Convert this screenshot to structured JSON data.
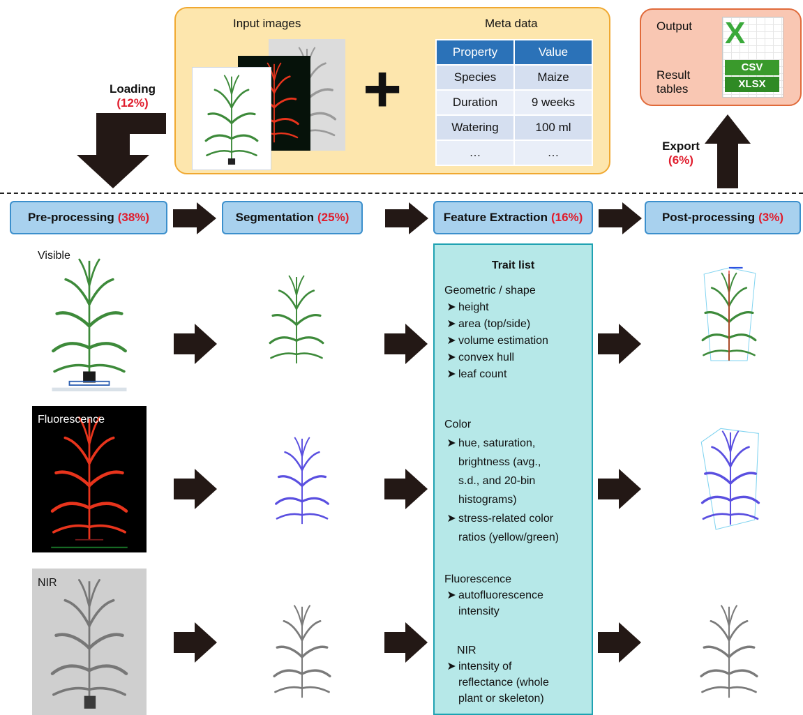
{
  "input_panel": {
    "input_images_label": "Input images",
    "meta_data_label": "Meta data",
    "plus_symbol": "+",
    "meta_table": {
      "headers": [
        "Property",
        "Value"
      ],
      "rows": [
        [
          "Species",
          "Maize"
        ],
        [
          "Duration",
          "9 weeks"
        ],
        [
          "Watering",
          "100 ml"
        ],
        [
          "…",
          "…"
        ]
      ]
    }
  },
  "output_panel": {
    "output_label": "Output",
    "result_label_line1": "Result",
    "result_label_line2": "tables",
    "excel_icon": "excel-icon",
    "csv_badge": "CSV",
    "xlsx_badge": "XLSX"
  },
  "loading": {
    "label": "Loading",
    "pct": "(12%)"
  },
  "export": {
    "label": "Export",
    "pct": "(6%)"
  },
  "stages": [
    {
      "label": "Pre-processing",
      "pct": "(38%)"
    },
    {
      "label": "Segmentation",
      "pct": "(25%)"
    },
    {
      "label": "Feature Extraction",
      "pct": "(16%)"
    },
    {
      "label": "Post-processing",
      "pct": "(3%)"
    }
  ],
  "row_labels": {
    "visible": "Visible",
    "fluorescence": "Fluorescence",
    "nir": "NIR"
  },
  "trait_list": {
    "title": "Trait list",
    "geometric": {
      "heading": "Geometric / shape",
      "items": [
        "height",
        "area (top/side)",
        "volume estimation",
        "convex hull",
        "leaf count"
      ]
    },
    "color": {
      "heading": "Color",
      "item1_lines": [
        "hue, saturation,",
        "brightness (avg.,",
        "s.d., and 20-bin",
        "histograms)"
      ],
      "item2_lines": [
        "stress-related color",
        "ratios (yellow/green)"
      ]
    },
    "fluorescence": {
      "heading": "Fluorescence",
      "item_lines": [
        "autofluorescence",
        "intensity"
      ]
    },
    "nir": {
      "heading": "NIR",
      "item_lines": [
        "intensity of",
        "reflectance (whole",
        "plant or skeleton)"
      ]
    }
  },
  "colors": {
    "stage_fill": "#a8d1ee",
    "stage_border": "#3b8fcc",
    "percent_red": "#e01c2c",
    "arrow": "#231815",
    "visible_leaf": "#3d8a3a",
    "fluorescence_leaf": "#e8341c",
    "segmented_fluorescence": "#5a4fe0",
    "nir_leaf": "#7a7a7a"
  }
}
